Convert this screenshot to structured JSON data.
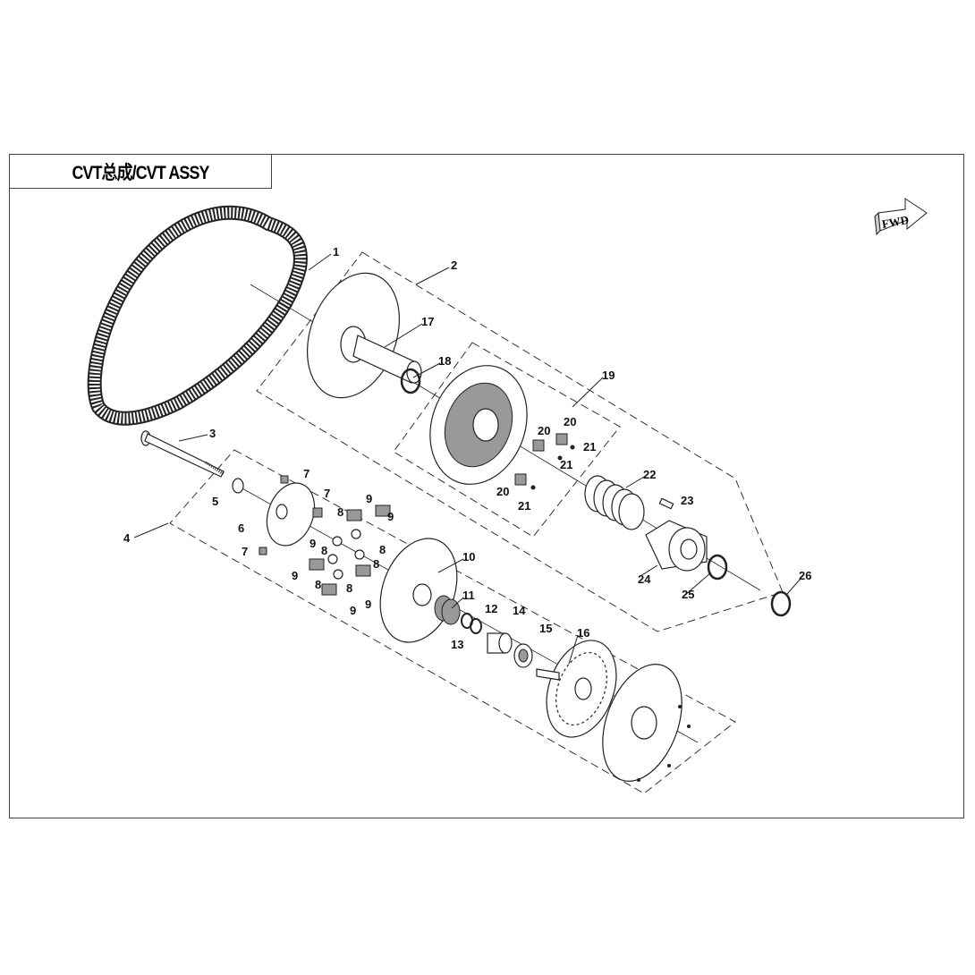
{
  "title": "CVT总成/CVT ASSY",
  "fwd_badge": "FWD",
  "callouts": [
    "1",
    "2",
    "3",
    "4",
    "5",
    "6",
    "7",
    "7",
    "7",
    "8",
    "8",
    "8",
    "8",
    "8",
    "8",
    "9",
    "9",
    "9",
    "9",
    "9",
    "9",
    "10",
    "11",
    "12",
    "13",
    "14",
    "15",
    "16",
    "17",
    "18",
    "19",
    "20",
    "20",
    "20",
    "21",
    "21",
    "21",
    "22",
    "23",
    "24",
    "25",
    "26"
  ]
}
